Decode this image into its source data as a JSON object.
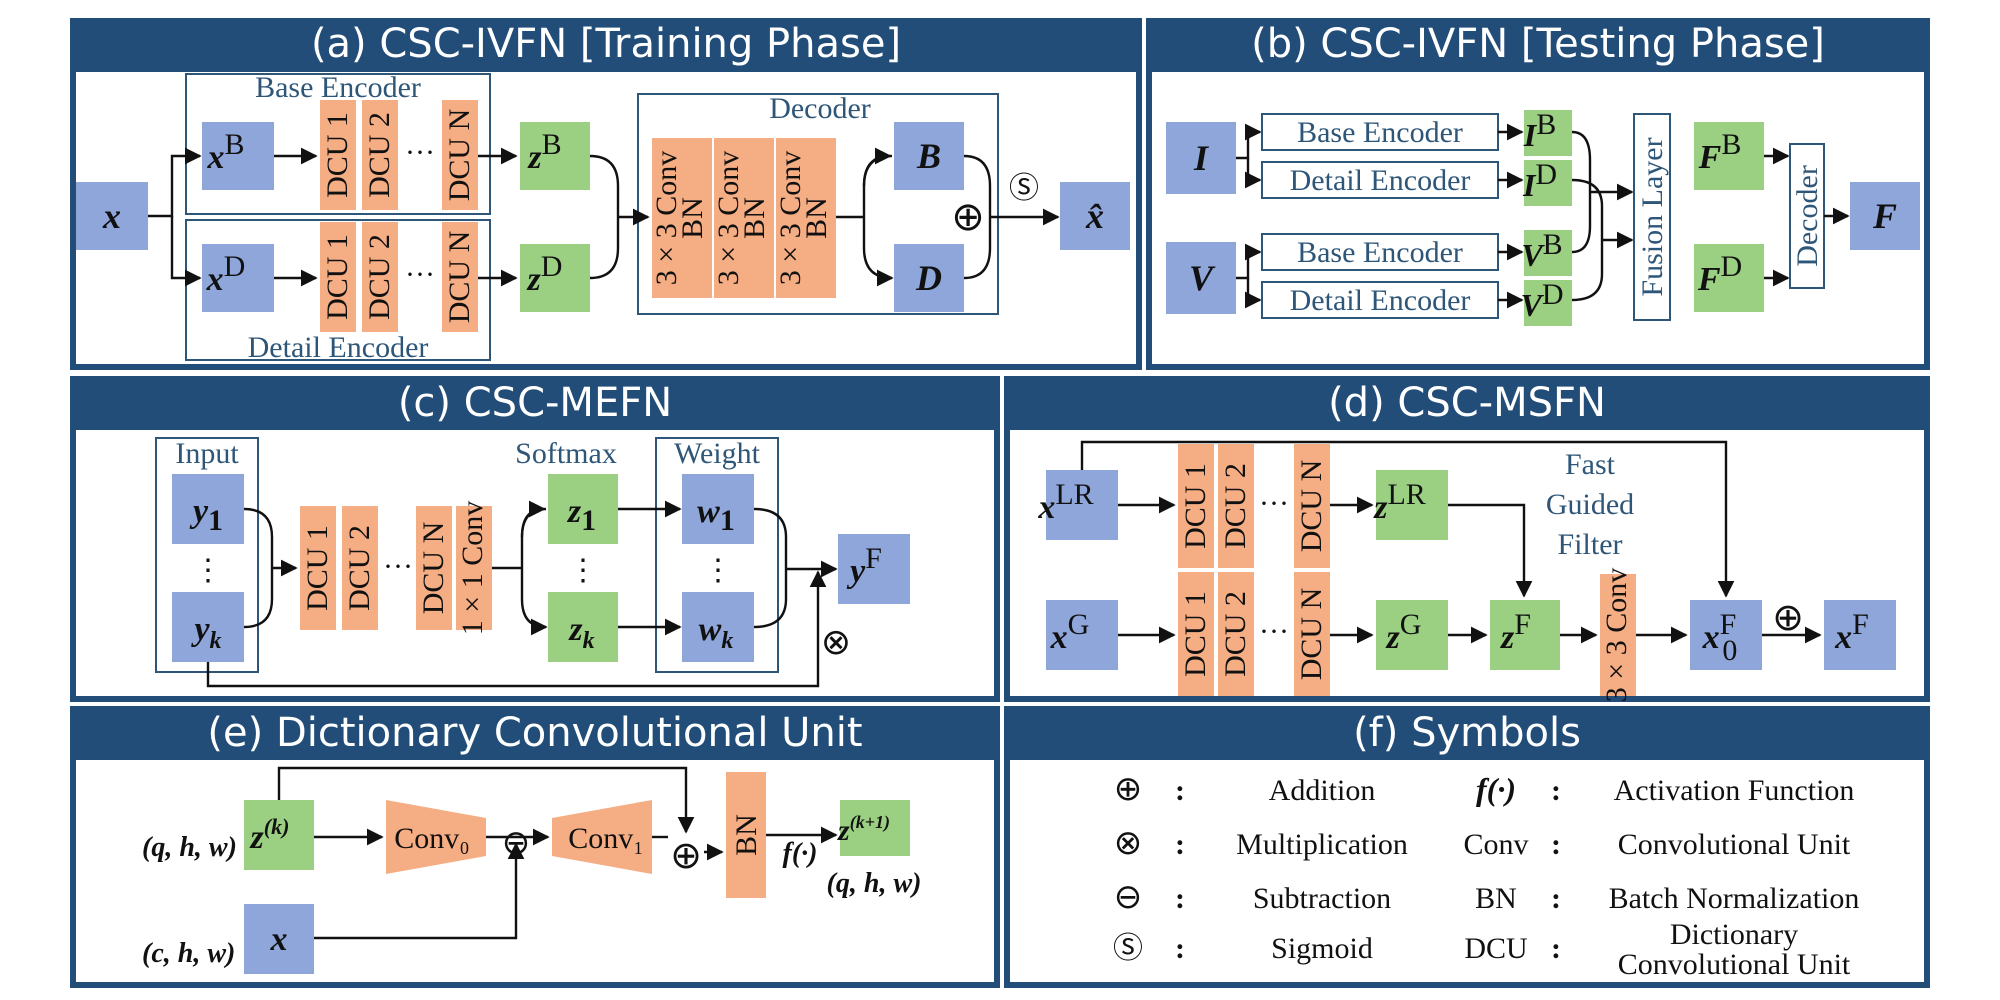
{
  "panels": {
    "a": "(a) CSC-IVFN [Training Phase]",
    "b": "(b) CSC-IVFN [Testing Phase]",
    "c": "(c) CSC-MEFN",
    "d": "(d) CSC-MSFN",
    "e": "(e) Dictionary Convolutional Unit",
    "f": "(f) Symbols"
  },
  "labels": {
    "base_encoder": "Base Encoder",
    "detail_encoder": "Detail Encoder",
    "decoder": "Decoder",
    "fusion_layer": "Fusion Layer",
    "input": "Input",
    "softmax": "Softmax",
    "weight": "Weight",
    "fast": "Fast",
    "guided": "Guided",
    "filter": "Filter",
    "conv3": "3 × 3 Conv",
    "bn": "BN",
    "conv1": "1 × 1 Conv",
    "dcu1": "DCU 1",
    "dcu2": "DCU 2",
    "dcuN": "DCU N",
    "dots": "···",
    "vdots": "⋮",
    "conv0_op": "Conv₀",
    "conv1_op": "Conv₁",
    "f_dot": "f(·)",
    "qhw": "(q, h, w)",
    "chw": "(c, h, w)"
  },
  "vars": {
    "x": "x",
    "xB": "x",
    "xD": "x",
    "zB": "z",
    "zD": "z",
    "B": "B",
    "D": "D",
    "xhat": "x̂",
    "I": "I",
    "V": "V",
    "IB": "I",
    "ID": "I",
    "VB": "V",
    "VD": "V",
    "FB": "F",
    "FD": "F",
    "F": "F",
    "y1": "y",
    "yk": "y",
    "z1": "z",
    "zk": "z",
    "w1": "w",
    "wk": "w",
    "yF": "y",
    "xLR": "x",
    "zLR": "z",
    "xG": "x",
    "zG": "z",
    "zF": "z",
    "xF0": "x",
    "xF": "x",
    "zk_e": "z",
    "zk1_e": "z",
    "x_e": "x"
  },
  "sup": {
    "B": "B",
    "D": "D",
    "F": "F",
    "LR": "LR",
    "G": "G",
    "k": "(k)",
    "k1": "(k+1)"
  },
  "sub": {
    "one": "1",
    "k": "k",
    "zero": "0"
  },
  "symbols": [
    {
      "glyph": "⊕",
      "name": "Addition"
    },
    {
      "glyph": "⊗",
      "name": "Multiplication"
    },
    {
      "glyph": "⊖",
      "name": "Subtraction"
    },
    {
      "glyph": "Ⓢ",
      "name": "Sigmoid"
    }
  ],
  "abbrevs": [
    {
      "key": "f(·)",
      "name": "Activation Function"
    },
    {
      "key": "Conv",
      "name": "Convolutional Unit"
    },
    {
      "key": "BN",
      "name": "Batch Normalization"
    },
    {
      "key": "DCU",
      "name": "Dictionary",
      "name2": "Convolutional Unit"
    }
  ],
  "colon": ":",
  "colors": {
    "header": "#214d78",
    "blue": "#8fa6db",
    "green": "#9bd083",
    "orange": "#f5ad84"
  }
}
